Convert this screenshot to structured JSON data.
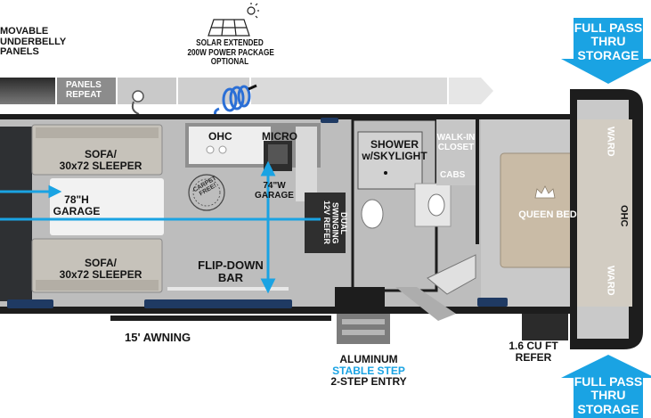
{
  "labels": {
    "movable_panels": [
      "MOVABLE",
      "UNDERBELLY",
      "PANELS"
    ],
    "panels_repeat": [
      "PANELS",
      "REPEAT"
    ],
    "solar": [
      "SOLAR EXTENDED",
      "200W POWER PACKAGE",
      "OPTIONAL"
    ],
    "full_pass_top": [
      "FULL PASS",
      "THRU",
      "STORAGE"
    ],
    "full_pass_bottom": [
      "FULL PASS",
      "THRU",
      "STORAGE"
    ],
    "ohc_kitchen": "OHC",
    "micro": "MICRO",
    "shower": [
      "SHOWER",
      "w/SKYLIGHT"
    ],
    "walkin_closet": [
      "WALK-IN",
      "CLOSET"
    ],
    "cabs": "CABS",
    "ward_top": "WARD",
    "ward_bottom": "WARD",
    "ohc_bed": "OHC",
    "queen_bed": "QUEEN BED",
    "sofa_top": [
      "SOFA/",
      "30x72 SLEEPER"
    ],
    "sofa_bottom": [
      "SOFA/",
      "30x72 SLEEPER"
    ],
    "garage_height": [
      "78\"H",
      "GARAGE"
    ],
    "garage_width": [
      "74\"W",
      "GARAGE"
    ],
    "refer_dual": [
      "DUAL",
      "SWINGING",
      "12V REFER"
    ],
    "carpet_free": [
      "CARPET",
      "FREE!"
    ],
    "flip_down_bar": [
      "FLIP-DOWN",
      "BAR"
    ],
    "awning": "15' AWNING",
    "entry_step": [
      "ALUMINUM",
      "STABLE STEP",
      "2-STEP ENTRY"
    ],
    "refer_capacity": [
      "1.6 CU FT",
      "REFER"
    ]
  },
  "colors": {
    "floor": "#bcbcbc",
    "wall": "#1c1c1c",
    "cabinet": "#a9a9a9",
    "sofa": "#c7c3bb",
    "bed": "#cbbda8",
    "accent_blue": "#1aa3e3",
    "storage_arrow": "#1aa3e3",
    "gray_band": "#d4d4d4",
    "vent": "#1f3a63"
  },
  "icons": [
    "solar-panel-icon",
    "power-cord-icon",
    "crown-icon",
    "carpet-free-badge-icon",
    "storage-arrow-icon"
  ]
}
